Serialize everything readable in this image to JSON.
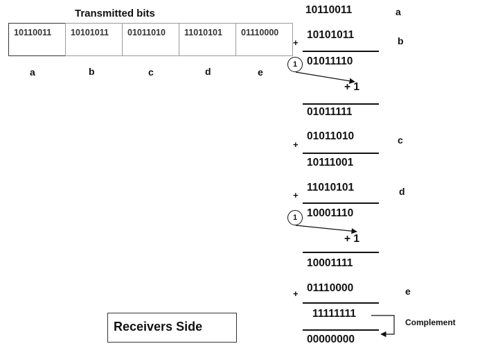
{
  "transmitted": {
    "title": "Transmitted bits",
    "cells": [
      "10110011",
      "10101011",
      "01011010",
      "11010101",
      "01110000"
    ],
    "labels": [
      "a",
      "b",
      "c",
      "d",
      "e"
    ]
  },
  "calc": {
    "a": "10110011",
    "b": "10101011",
    "sum1": "01011110",
    "carry1": "1",
    "plus_one_1": "+ 1",
    "sum2": "01011111",
    "c": "01011010",
    "sum3": "10111001",
    "d": "11010101",
    "sum4": "10001110",
    "carry2": "1",
    "plus_one_2": "+ 1",
    "sum5": "10001111",
    "e": "01110000",
    "sum6": "11111111",
    "complement_label": "Complement",
    "result": "00000000",
    "plus_sign": "+",
    "side_labels": {
      "a": "a",
      "b": "b",
      "c": "c",
      "d": "d",
      "e": "e"
    }
  },
  "footer": {
    "receivers_side": "Receivers Side"
  }
}
